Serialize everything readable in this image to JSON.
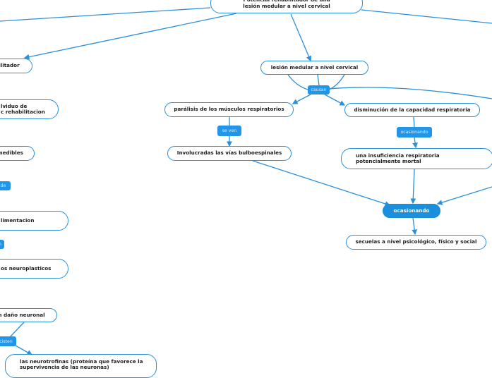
{
  "diagram": {
    "root": "Potencial rehabilitador de una lesión medular a nivel cervical",
    "nodes": {
      "rehabilitador": "ilitador",
      "individuo": "lviduo de\nc rehabilitacion",
      "medibles": "medibles",
      "alimentacion": "limentacion",
      "neuroplasticos": "os neuroplasticos",
      "dano_neuronal": "n daño neuronal",
      "neurotrofinas": "las neurotrofinas (proteína que favorece la supervivencia de las neuronas)",
      "lesion": "lesión medular a nivel cervical",
      "paralisis": "parálisis de los músculos respiratorios",
      "disminucion": "disminución de la capacidad respiratoria",
      "vias": "Involucradas las vías bulboespinales",
      "insuficiencia": "una insuficiencia respiratoria potencialmente mortal",
      "ocasionando_main": "ocasionando",
      "secuelas": "secuelas a nivel psicológico, físico y social"
    },
    "labels": {
      "causan": "causan",
      "se_ven": "se ven",
      "ocasionando": "ocasionando",
      "de": "de",
      "n": "n",
      "existen": "cisten"
    },
    "colors": {
      "accent": "#1b8fdc",
      "edge": "#2a90db"
    }
  }
}
